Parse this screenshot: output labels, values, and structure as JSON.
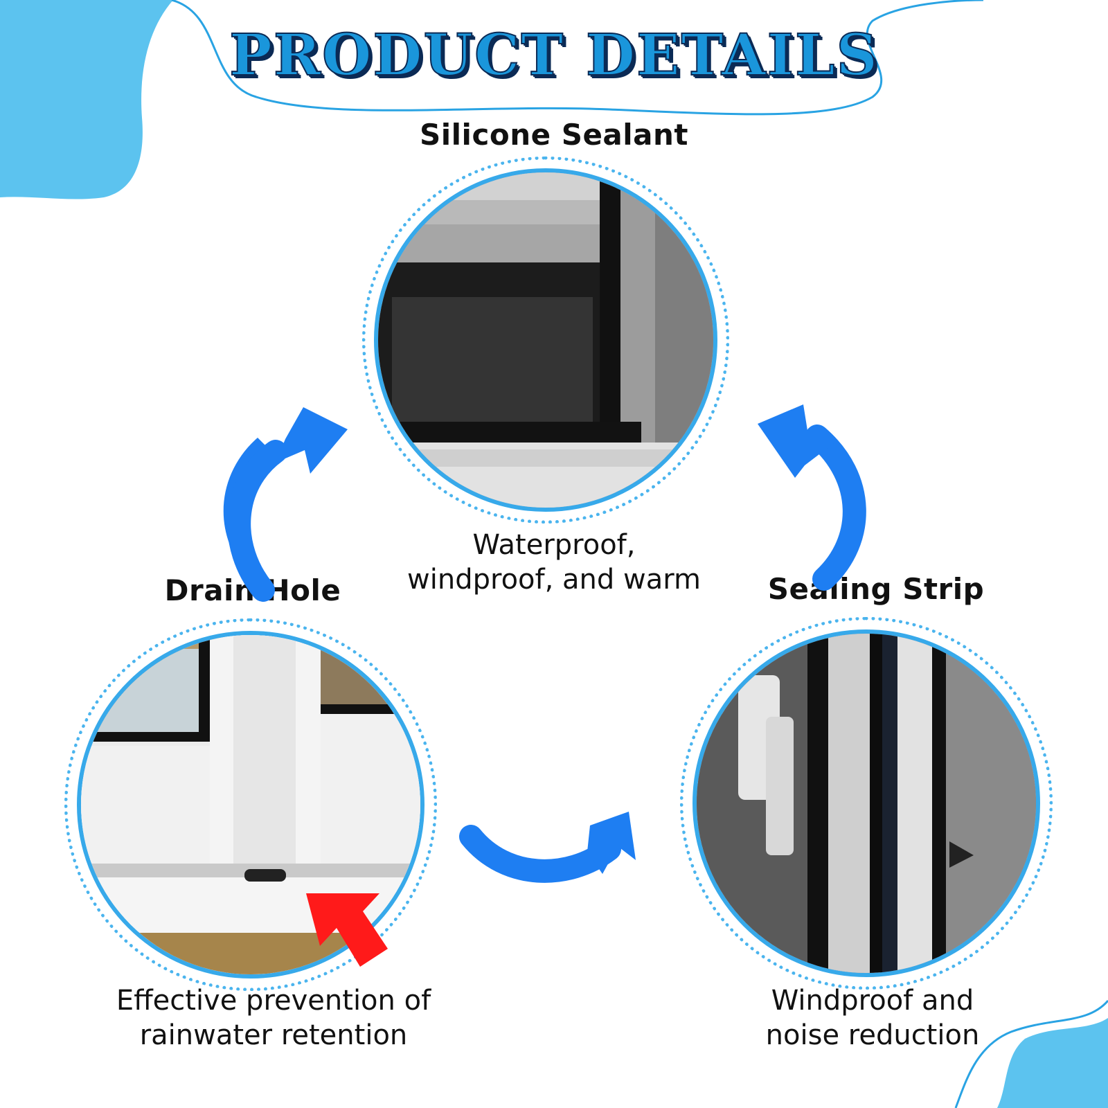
{
  "banner": {
    "title": "PRODUCT DETAILS"
  },
  "features": [
    {
      "title": "Silicone Sealant",
      "description_lines": [
        "Waterproof,",
        "windproof, and warm"
      ]
    },
    {
      "title": "Drain Hole",
      "description_lines": [
        "Effective prevention of",
        "rainwater retention"
      ]
    },
    {
      "title": "Sealing Strip",
      "description_lines": [
        "Windproof and",
        "noise reduction"
      ]
    }
  ],
  "colors": {
    "accent_blue": "#1e7ef2",
    "blob_blue": "#5cc3ef",
    "ring_blue": "#37a9ea",
    "title_fill": "#1a96db",
    "title_outline": "#0b2a55",
    "marker_red": "#ff1a1a"
  },
  "icons": [
    "curved-arrow-icon",
    "red-arrow-icon"
  ]
}
